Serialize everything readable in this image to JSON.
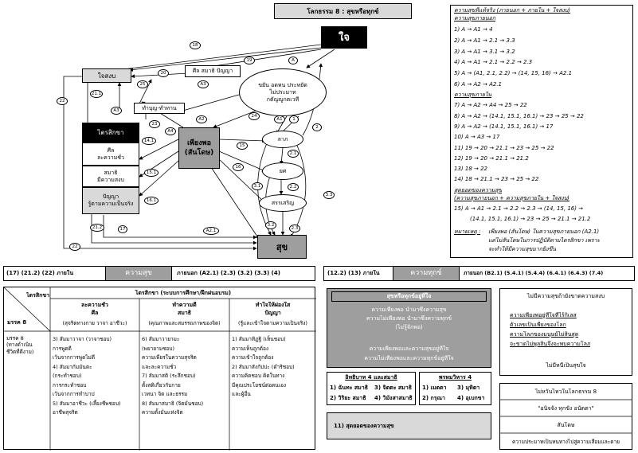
{
  "title": "โลกธรรม 8 : สุขหรือทุกข์",
  "main_nodes": {
    "jai": "ใจ",
    "jaisangob": "ใจสงบ",
    "sila_samadhi": "ศีล สมาธิ ปัญญา",
    "tambun": "ทำบุญ-ทำทาน",
    "traisikkha": "ไตรสิกขา",
    "sila_box": [
      "ศีล",
      "ละความชั่ว"
    ],
    "samadhi_box": [
      "สมาธิ",
      "มีความสงบ"
    ],
    "panya_box": [
      "ปัญญา",
      "รู้ตามความเป็นจริง"
    ],
    "virtues": [
      "ขยัน อดทน ประหยัด",
      "ไม่ประมาท",
      "กตัญญูกตเวที"
    ],
    "phiangpho": [
      "เพียงพอ",
      "(สันโดษ)"
    ],
    "labha": "ลาภ",
    "yasa": "ยศ",
    "sansern": "สรรเสริญ",
    "suk": "สุข"
  },
  "badges": [
    "18",
    "19",
    "20",
    "21.1",
    "A",
    "A3",
    "A1",
    "A2",
    "A4",
    "1",
    "2",
    "2.1",
    "2.2",
    "2.3",
    "3.1",
    "3.2",
    "3.3",
    "14.1",
    "15.1",
    "16.1",
    "15",
    "16",
    "17",
    "21.2",
    "22",
    "23",
    "24",
    "25",
    "A2.1"
  ],
  "right_panel": {
    "h1": "ความสุขที่แท้จริง (ภายนอก + ภายใน + ใจสงบ)",
    "h2": "ความสุขภายนอก",
    "ext": [
      "1)  A → A1 → 4",
      "2)  A → A1 → 2.1 → 3.3",
      "3)  A → A1 → 3.1 → 3.2",
      "4)  A → A1 → 2.1 → 2.2 → 2.3",
      "5)  A → (A1, 2.1, 2.2) → (14, 15, 16) → A2.1",
      "6)  A → A2 → A2.1"
    ],
    "h3": "ความสุขภายใน",
    "int": [
      "7)  A → A2 → A4 → 25 → 22",
      "8)  A → A2 → (14.1, 15.1, 16.1) → 23 → 25 → 22",
      "9)  A → A2 → (14.1, 15.1, 16.1) → 17",
      "10)  A → A3 → 17",
      "11)  19 → 20 → 21.1 → 23 → 25 → 22",
      "12)  19 → 20 → 21.1 → 21.2",
      "13)  18 → 22",
      "14)  18 → 21.1 → 23 → 25 → 22"
    ],
    "h4": "สุดยอดของความสุข",
    "h5": "(ความสุขภายนอก + ความสุขภายใน + ใจสงบ)",
    "ult": [
      "15)  A → A1 → 2.1 → 2.2 → 2.3 → (14, 15, 16) →",
      "(14.1, 15.1, 16.1) → 23 → 25 → 21.1 → 21.2"
    ],
    "note_label": "หมายเหตุ :",
    "note": [
      "เพียงพอ (สันโดษ) ในความสุขภายนอก (A2.1)",
      "แต่ไม่สันโดษในการปฏิบัติตามไตรสิกขา เพราะ",
      "จะทำให้มีความสุขมากยิ่งขึ้น"
    ]
  },
  "happy_bar": {
    "left": "(17) (21.2) (22) ภายใน",
    "mid": "ความสุข",
    "right": "ภายนอก (A2.1) (2.3) (3.2) (3.3) (4)"
  },
  "sad_bar": {
    "left": "(12.2) (13) ภายใน",
    "mid": "ความทุกข์",
    "right": "ภายนอก (B2.1) (5.4.1) (5.4.4) (6.4.1) (6.4.3) (7.4)"
  },
  "table": {
    "c1h": "ไตรสิกขา",
    "c1s": "มรรค 8",
    "top": "ไตรสิกขา (ระบบการศึกษา/ฝึกฝนอบรม)",
    "cols": [
      {
        "h": [
          "ละความชั่ว",
          "ศีล"
        ],
        "s": "(สุจริตทางกาย วาจา อาชีวะ)"
      },
      {
        "h": [
          "ทำความดี",
          "สมาธิ"
        ],
        "s": "(คุณภาพและสมรรถภาพของจิต)"
      },
      {
        "h": [
          "ทำใจให้ผ่องใส",
          "ปัญญา"
        ],
        "s": "(รู้และเข้าใจตามความเป็นจริง)"
      }
    ],
    "c1": [
      "มรรค 8",
      "(ทางดำเนิน",
      "ชีวิตที่ดีงาม)"
    ],
    "c2": [
      "3) สัมมาวาจา (วาจาชอบ)",
      "     การพูดดี",
      "     เว้นจากการพูดไม่ดี",
      "4) สัมมากัมมันตะ",
      "     (กระทำชอบ)",
      "     การกระทำชอบ",
      "     เว้นจากการทำบาป",
      "5) สัมมาอาชีวะ (เลี้ยงชีพชอบ)",
      "     อาชีพสุจริต"
    ],
    "c3": [
      "6) สัมมาวายามะ",
      "     (พยายามชอบ)",
      "     ความเพียรในความสุจริต",
      "     และละความชั่ว",
      "7) สัมมาสติ (ระลึกชอบ)",
      "     ตั้งสติเกี่ยวกับกาย",
      "     เวทนา จิต และธรรม",
      "8) สัมมาสมาธิ (จิตมั่นชอบ)",
      "     ความตั้งมั่นแห่งจิต"
    ],
    "c4": [
      "1) สัมมาทิฏฐิ (เห็นชอบ)",
      "     ความเห็นถูกต้อง",
      "     ความเข้าใจถูกต้อง",
      "2) สัมมาสังกัปปะ (ดำริชอบ)",
      "     ความคิดชอบ คิดในทาง",
      "     มีคุณประโยชน์ต่อตนเอง",
      "     และผู้อื่น"
    ]
  },
  "mid": {
    "h": "สุขหรือทุกข์อยู่ที่ใจ",
    "l1": "ความเพียงพอ       นำมาซึ่งความสุข",
    "l2": "ความไม่เพียงพอ    นำมาซึ่งความทุกข์",
    "l3": "(ไม่รู้จักพอ)",
    "l4": "ความเพียงพอและความสุขอยู่ที่ใจ",
    "l5": "ความไม่เพียงพอและความทุกข์อยู่ที่ใจ",
    "i4h": "อิทธิบาท 4 และสมาธิ",
    "i4": [
      "1) ฉันทะ สมาธิ",
      "3) จิตตะ สมาธิ",
      "2) วิริยะ สมาธิ",
      "4) วิมังสาสมาธิ"
    ],
    "b4h": "พรหมวิหาร 4",
    "b4": [
      "1) เมตตา",
      "3) มุทิตา",
      "2) กรุณา",
      "4) อุเบกขา"
    ],
    "ult": "11)  สุดยอดของความสุข"
  },
  "right_bottom": {
    "a_h": "ไม่มีความสุขถ้ายังขาดความสงบ",
    "a": [
      "ความเพียงพอยู่ที่ใจที่ไร้กิเลส",
      "ตัวเลขเป็นเพียงของโลก",
      "ความโลภของมนุษย์ไม่สิ้นสุด",
      "จะขาดไม่พูลสิ้นจึงจะพบความโลภ"
    ],
    "a_f": "ไม่มีหนี้เป็นสุขใจ",
    "b_h": "ไม่หวั่นไหวในโลกธรรม 8",
    "b1": "\"อนิจจัง ทุกขัง อนัตตา\"",
    "b2": "สันโดษ",
    "b3": "ความประมาทเป็นหนทางไปสู่ความเสื่อมและตาย"
  }
}
